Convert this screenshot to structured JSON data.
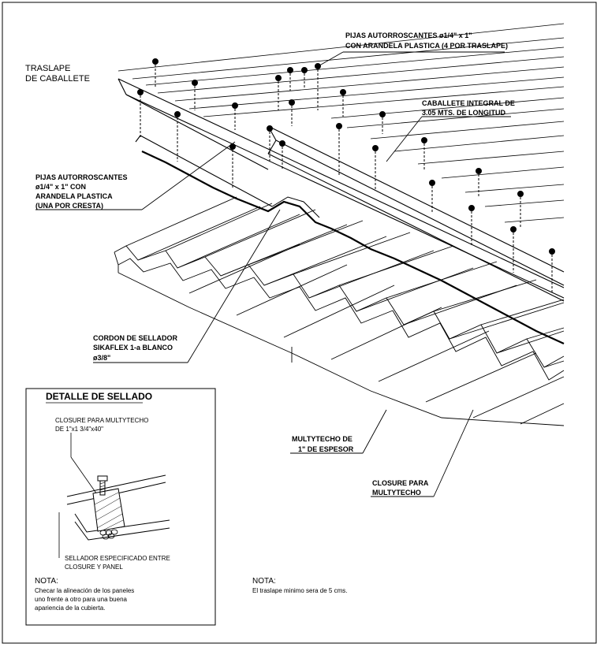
{
  "labels": {
    "traslape_l1": "TRASLAPE",
    "traslape_l2": "DE CABALLETE",
    "pijas_top_l1": "PIJAS AUTORROSCANTES ø1/4\" x 1\"",
    "pijas_top_l2": "CON ARANDELA PLASTICA (4 POR TRASLAPE)",
    "caballete_l1": "CABALLETE INTEGRAL DE",
    "caballete_l2": "3.05 MTS. DE LONGITUD",
    "pijas_left_l1": "PIJAS AUTORROSCANTES",
    "pijas_left_l2": "ø1/4\" x  1\" CON",
    "pijas_left_l3": "ARANDELA PLASTICA",
    "pijas_left_l4": "(UNA POR CRESTA)",
    "cordon_l1": "CORDON DE SELLADOR",
    "cordon_l2": "SIKAFLEX 1-a BLANCO",
    "cordon_l3": "ø3/8\"",
    "multytecho_l1": "MULTYTECHO DE",
    "multytecho_l2": "1\" DE ESPESOR",
    "closure_l1": "CLOSURE PARA",
    "closure_l2": "MULTYTECHO"
  },
  "detail": {
    "title": "DETALLE DE SELLADO",
    "closure_l1": "CLOSURE PARA MULTYTECHO",
    "closure_l2": "DE 1\"x1 3/4\"x40\"",
    "sellador_l1": "SELLADOR ESPECIFICADO ENTRE",
    "sellador_l2": "CLOSURE Y PANEL"
  },
  "note_left": {
    "heading": "NOTA:",
    "l1": "Checar la alineación de los paneles",
    "l2": "uno frente a otro para una buena",
    "l3": "apariencia de la cubierta."
  },
  "note_right": {
    "heading": "NOTA:",
    "l1": "El traslape minimo sera de 5 cms."
  }
}
